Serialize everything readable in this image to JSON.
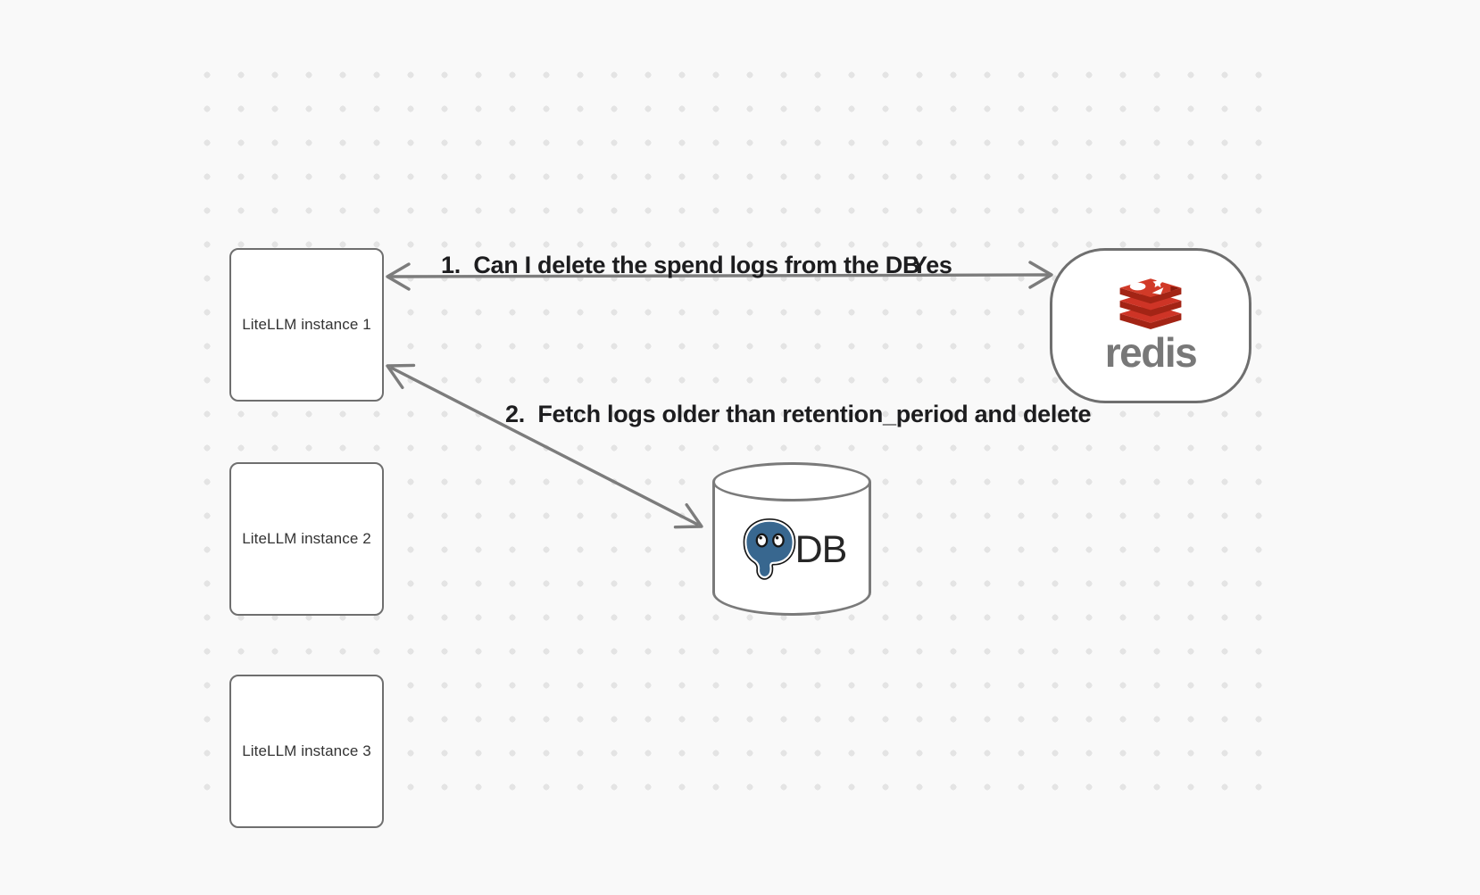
{
  "diagram": {
    "background_color": "#f9f9f9",
    "dot_grid_color": "#e4e4e4",
    "node_border_color": "#6f6f6f",
    "arrow_color": "#7c7c7c",
    "label_text_color": "#1d1d1f"
  },
  "nodes": {
    "instance1": {
      "label": "LiteLLM instance 1"
    },
    "instance2": {
      "label": "LiteLLM instance 2"
    },
    "instance3": {
      "label": "LiteLLM instance 3"
    },
    "redis": {
      "wordmark": "redis",
      "brand_red": "#ce3426",
      "brand_red_dark": "#a32415"
    },
    "db": {
      "label": "DB",
      "postgres_blue": "#38678f"
    }
  },
  "edges": {
    "edge1": {
      "question": "1.  Can I delete the spend logs from the DB",
      "answer": "Yes"
    },
    "edge2": {
      "label": "2.  Fetch logs older than retention_period and delete"
    }
  }
}
